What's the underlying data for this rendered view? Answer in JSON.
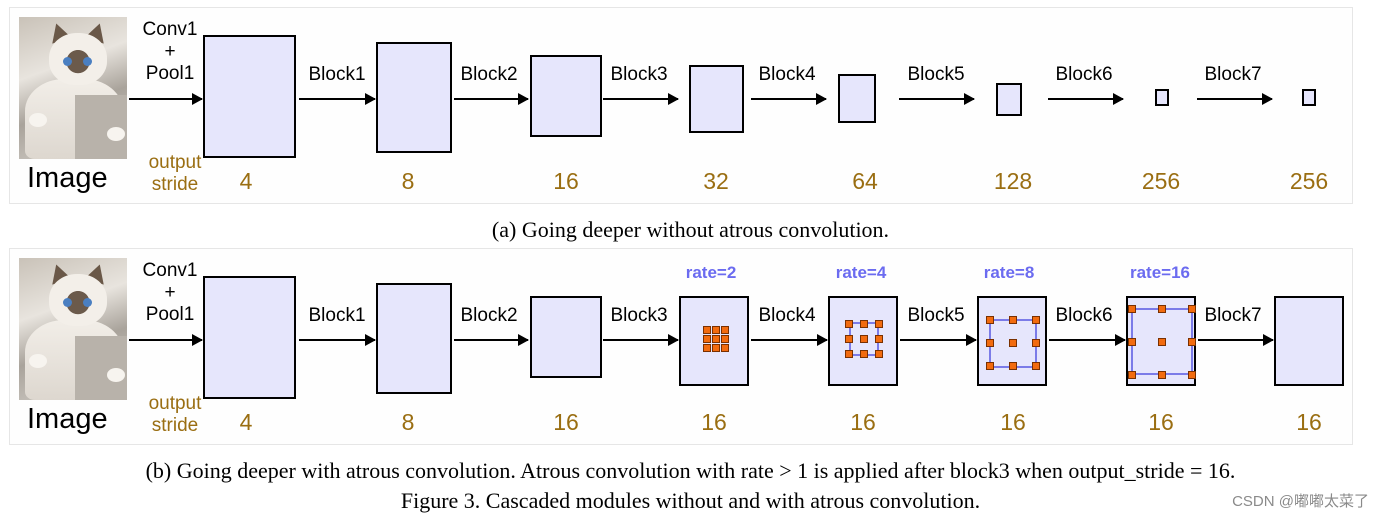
{
  "panel_a": {
    "conv_label": "Conv1\n+\nPool1",
    "image_label": "Image",
    "output_stride_label": "output\nstride",
    "blocks": [
      "Block1",
      "Block2",
      "Block3",
      "Block4",
      "Block5",
      "Block6",
      "Block7"
    ],
    "strides": [
      "4",
      "8",
      "16",
      "32",
      "64",
      "128",
      "256",
      "256"
    ]
  },
  "panel_b": {
    "conv_label": "Conv1\n+\nPool1",
    "image_label": "Image",
    "output_stride_label": "output\nstride",
    "blocks": [
      "Block1",
      "Block2",
      "Block3",
      "Block4",
      "Block5",
      "Block6",
      "Block7"
    ],
    "strides": [
      "4",
      "8",
      "16",
      "16",
      "16",
      "16",
      "16",
      "16"
    ],
    "rates": [
      "rate=2",
      "rate=4",
      "rate=8",
      "rate=16"
    ]
  },
  "captions": {
    "a": "(a) Going deeper without atrous convolution.",
    "b": "(b) Going deeper with atrous convolution. Atrous convolution with rate > 1 is applied after block3 when output_stride = 16.",
    "figure": "Figure 3. Cascaded modules without and with atrous convolution."
  },
  "watermark": "CSDN @嘟嘟太菜了",
  "colors": {
    "feature_map_fill": "#e6e6fc",
    "stride_text": "#9a6e12",
    "rate_text": "#6b6bf0",
    "kernel_dot": "#f26b0f"
  }
}
